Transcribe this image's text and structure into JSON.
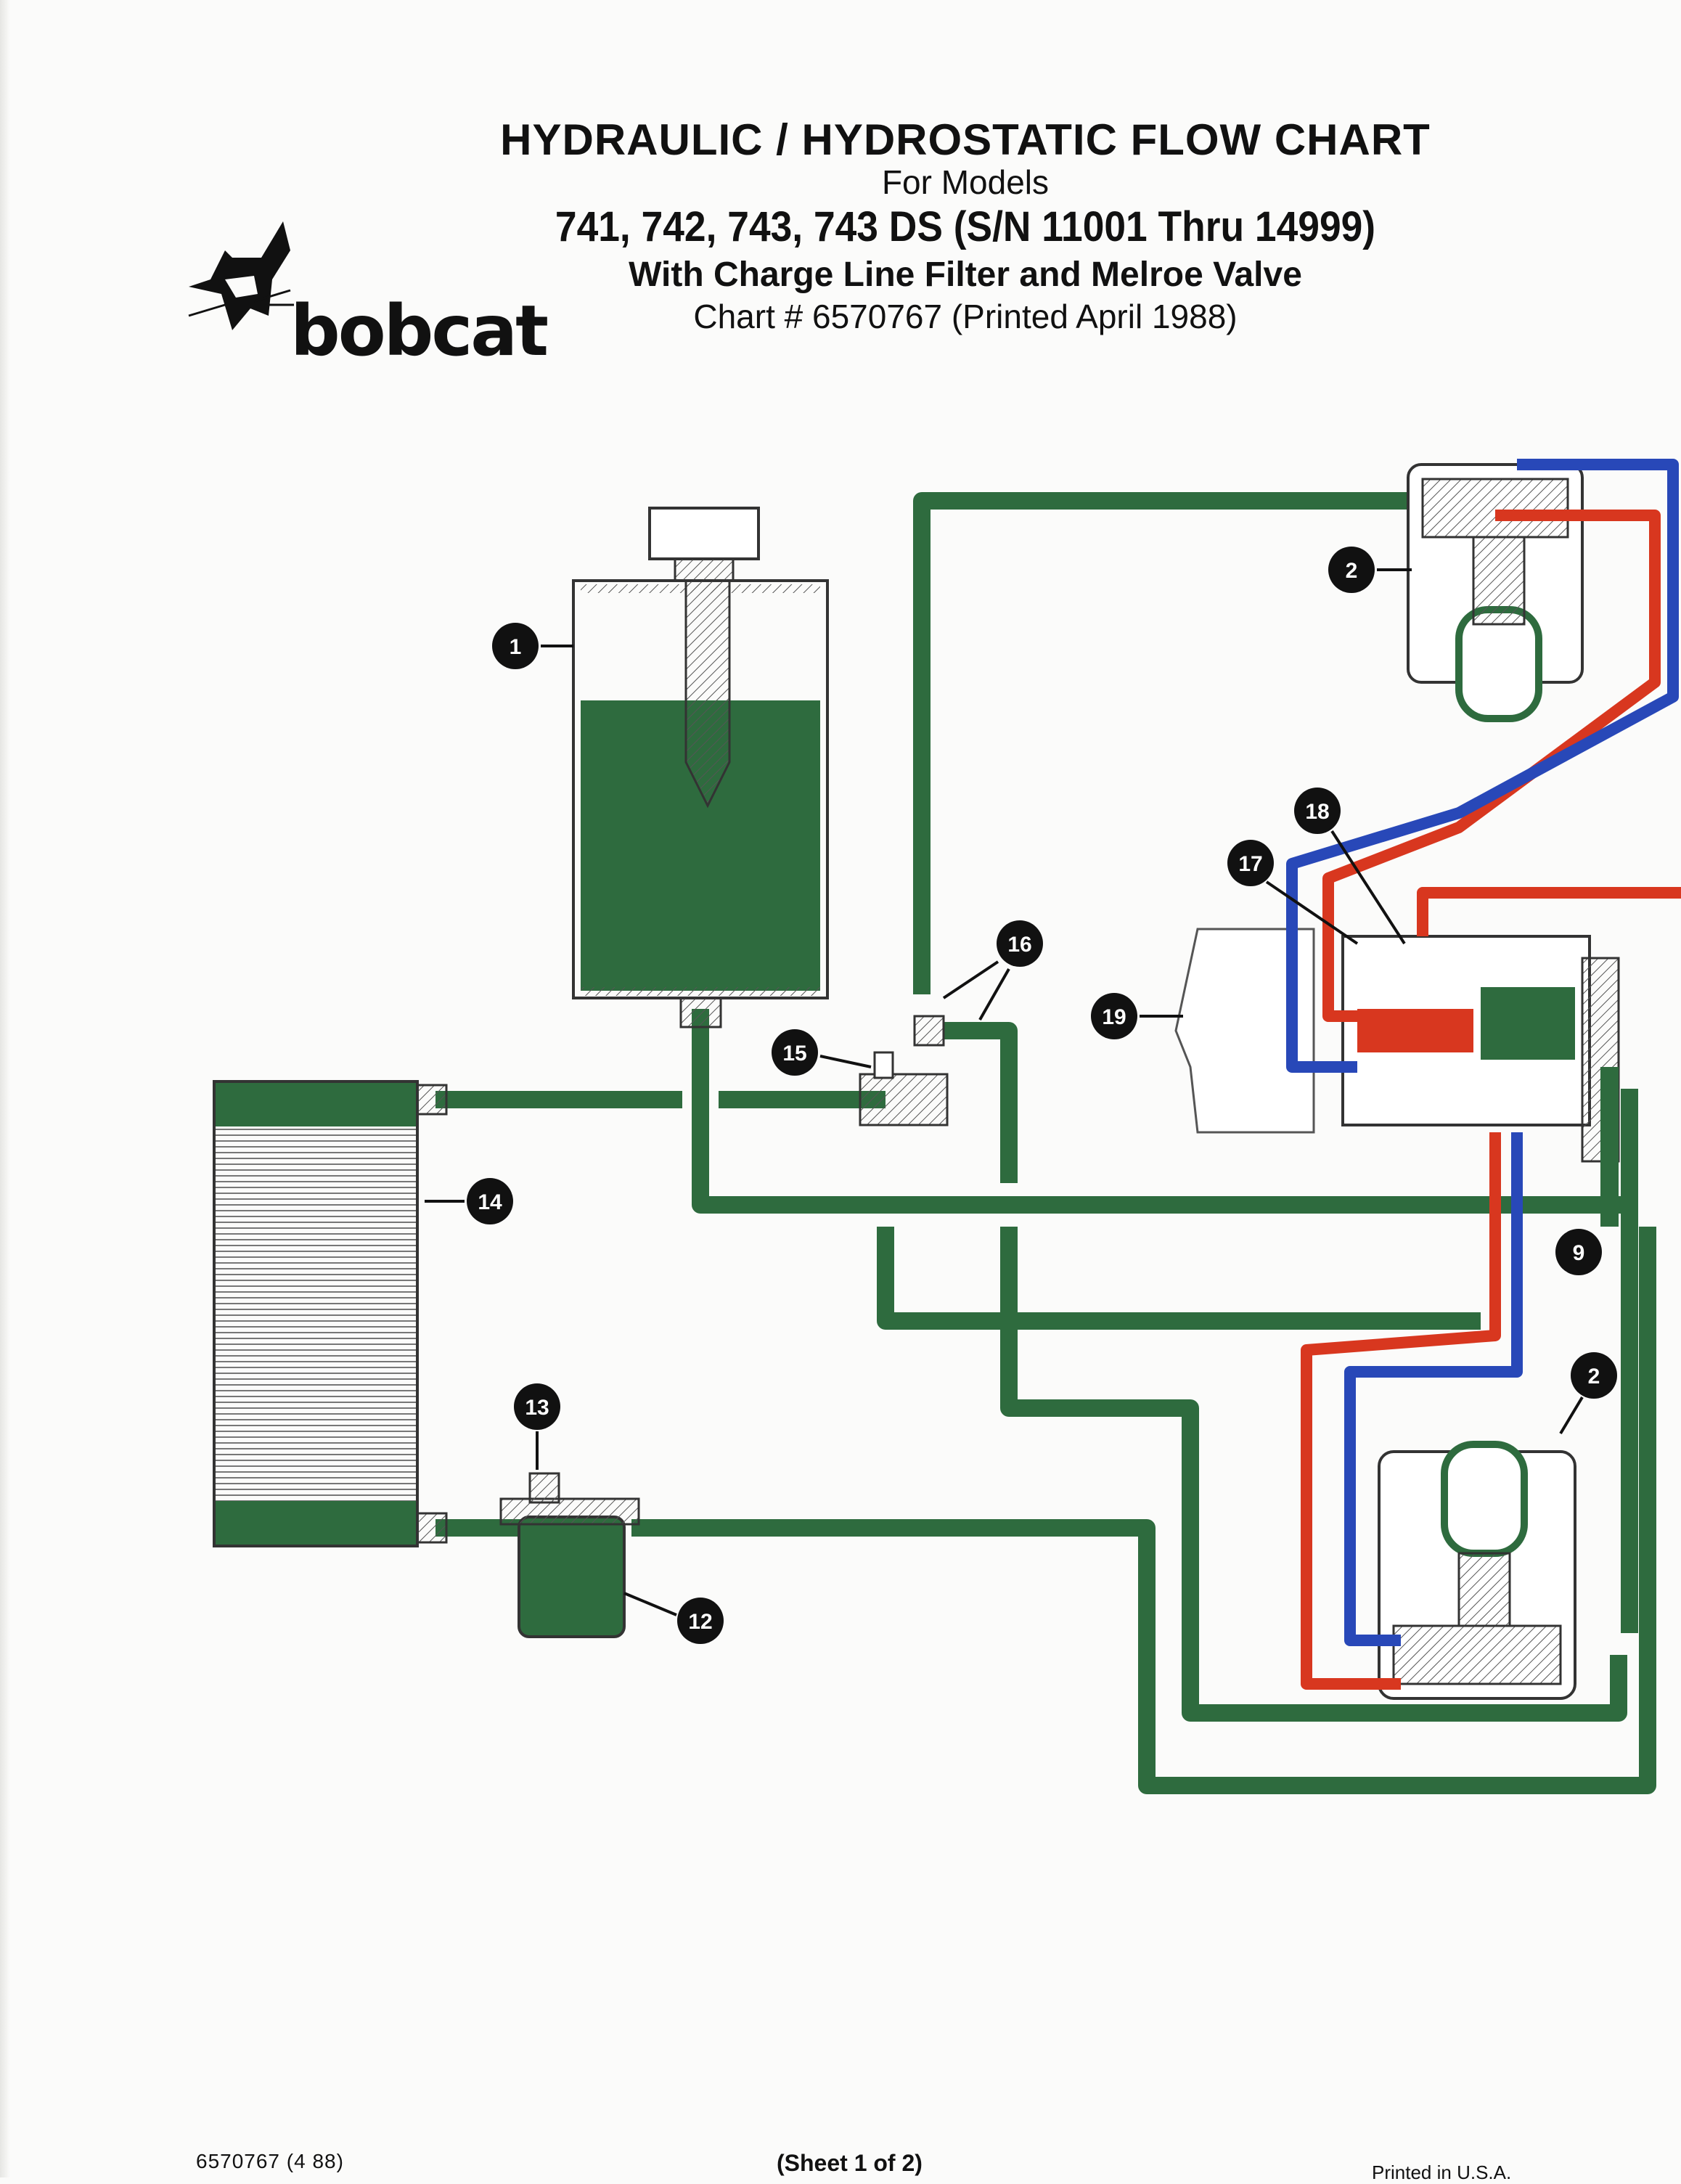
{
  "header": {
    "title": "HYDRAULIC / HYDROSTATIC FLOW CHART",
    "for_line": "For Models",
    "models_line": "741, 742, 743, 743 DS (S/N 11001 Thru 14999)",
    "with_line": "With Charge Line Filter and Melroe Valve",
    "chart_line": "Chart # 6570767 (Printed April 1988)"
  },
  "logo": {
    "word": "bobcat"
  },
  "callouts": [
    "1",
    "2",
    "2",
    "9",
    "12",
    "13",
    "14",
    "15",
    "16",
    "17",
    "18",
    "19"
  ],
  "colors": {
    "charge_green": "#2e6b3e",
    "pressure_red": "#d8371f",
    "return_blue": "#2848b8",
    "ink": "#111111"
  },
  "footer": {
    "part_number": "6570767 (4 88)",
    "sheet": "(Sheet 1 of 2)",
    "printed": "Printed in U.S.A."
  }
}
